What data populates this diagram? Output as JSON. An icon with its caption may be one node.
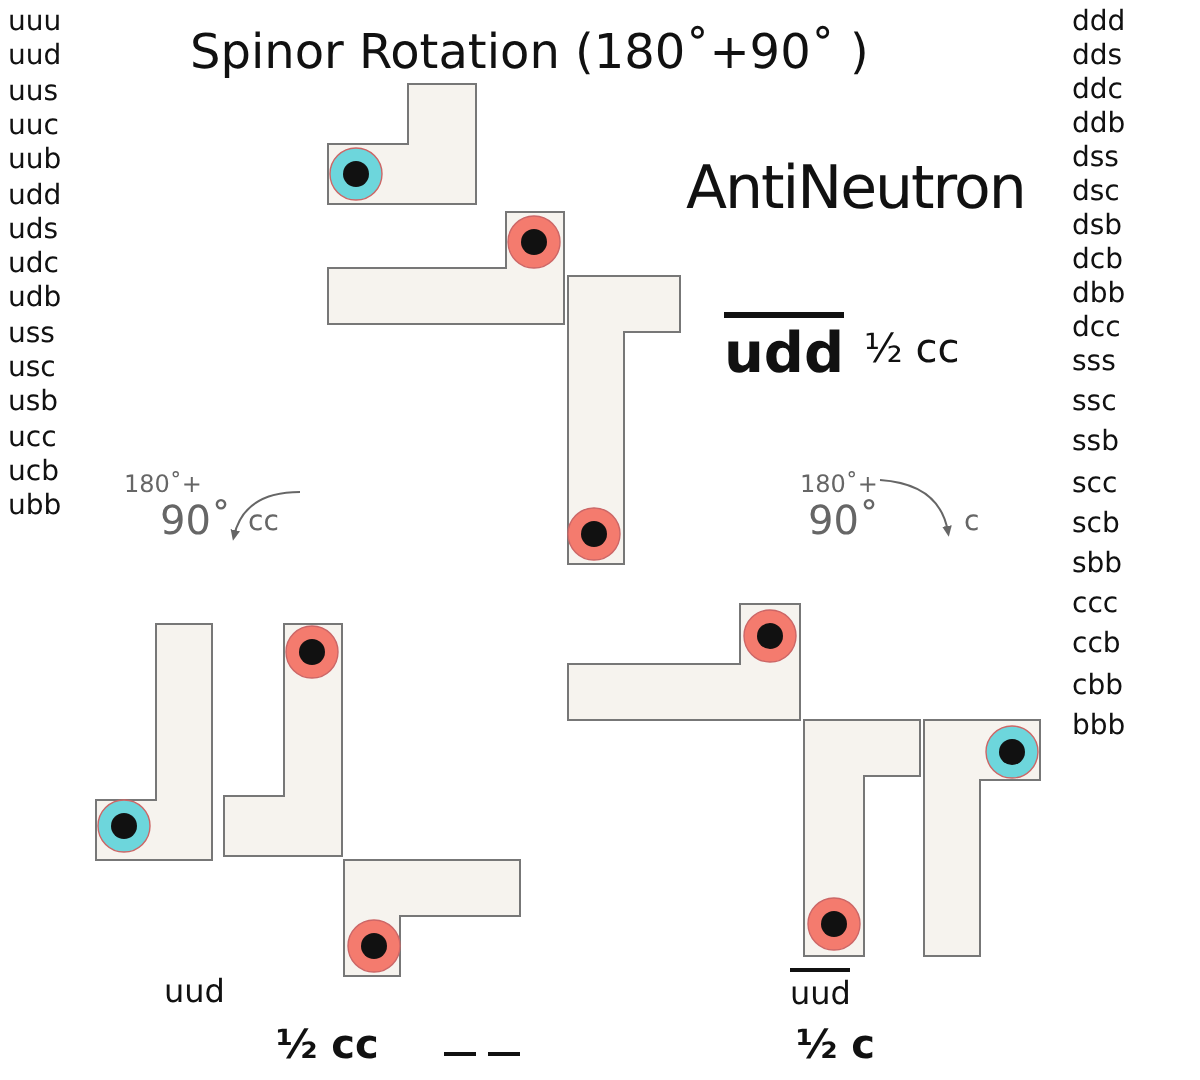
{
  "diagram": {
    "title": "Spinor Rotation (180˚+90˚ )",
    "labels": [
      "uuu",
      "uud",
      "uus",
      "uuc",
      "uub",
      "udd",
      "uds",
      "udc",
      "udb",
      "uss",
      "usc",
      "usb",
      "ucc",
      "ucb",
      "ubb",
      "ddd",
      "dds",
      "ddc",
      "ddb",
      "dss",
      "dsc",
      "dsb",
      "dcb",
      "dbb",
      "dcc",
      "sss",
      "ssc",
      "ssb",
      "scc",
      "scb",
      "sbb",
      "ccc",
      "ccb",
      "cbb",
      "bbb",
      "AntiNeutron",
      "udd",
      "½ cc",
      "180˚+",
      "90˚",
      "cc",
      "180˚+",
      "90˚",
      "c",
      "uud",
      "½ cc",
      "uud",
      "½ c"
    ]
  }
}
